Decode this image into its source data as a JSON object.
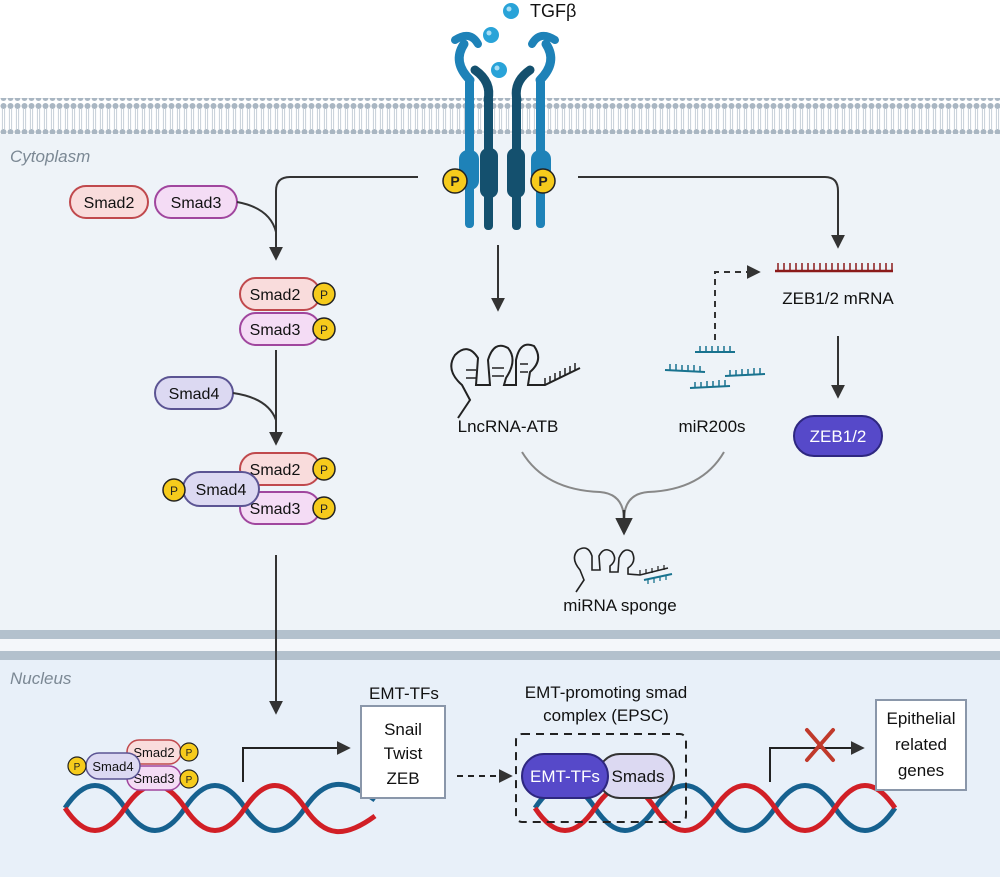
{
  "ligand": "TGFβ",
  "compartments": {
    "cytoplasm": "Cytoplasm",
    "nucleus": "Nucleus"
  },
  "phospho": "P",
  "smads": {
    "smad2": "Smad2",
    "smad3": "Smad3",
    "smad4": "Smad4"
  },
  "rna": {
    "lncrna": "LncRNA-ATB",
    "mirna": "miR200s",
    "zeb_mrna": "ZEB1/2 mRNA",
    "zeb_protein": "ZEB1/2",
    "sponge": "miRNA sponge"
  },
  "nucleus": {
    "emt_tfs_title": "EMT-TFs",
    "emt_tfs_list": [
      "Snail",
      "Twist",
      "ZEB"
    ],
    "epsc_title_line1": "EMT-promoting smad",
    "epsc_title_line2": "complex (EPSC)",
    "epsc_tf": "EMT-TFs",
    "epsc_smads": "Smads",
    "epithelial": [
      "Epithelial",
      "related",
      "genes"
    ]
  },
  "colors": {
    "smad2_fill": "#f9dcdc",
    "smad2_stroke": "#c0494d",
    "smad3_fill": "#f4dcf5",
    "smad3_stroke": "#a0469e",
    "smad4_fill": "#dcd9f2",
    "smad4_stroke": "#5b5493",
    "phospho": "#f6cb1c",
    "zeb": "#5649c9",
    "receptor_light": "#1e82b8",
    "receptor_dark": "#14506e",
    "dna_red": "#d11f26",
    "dna_blue": "#16618f",
    "inhibit": "#c0392b"
  }
}
